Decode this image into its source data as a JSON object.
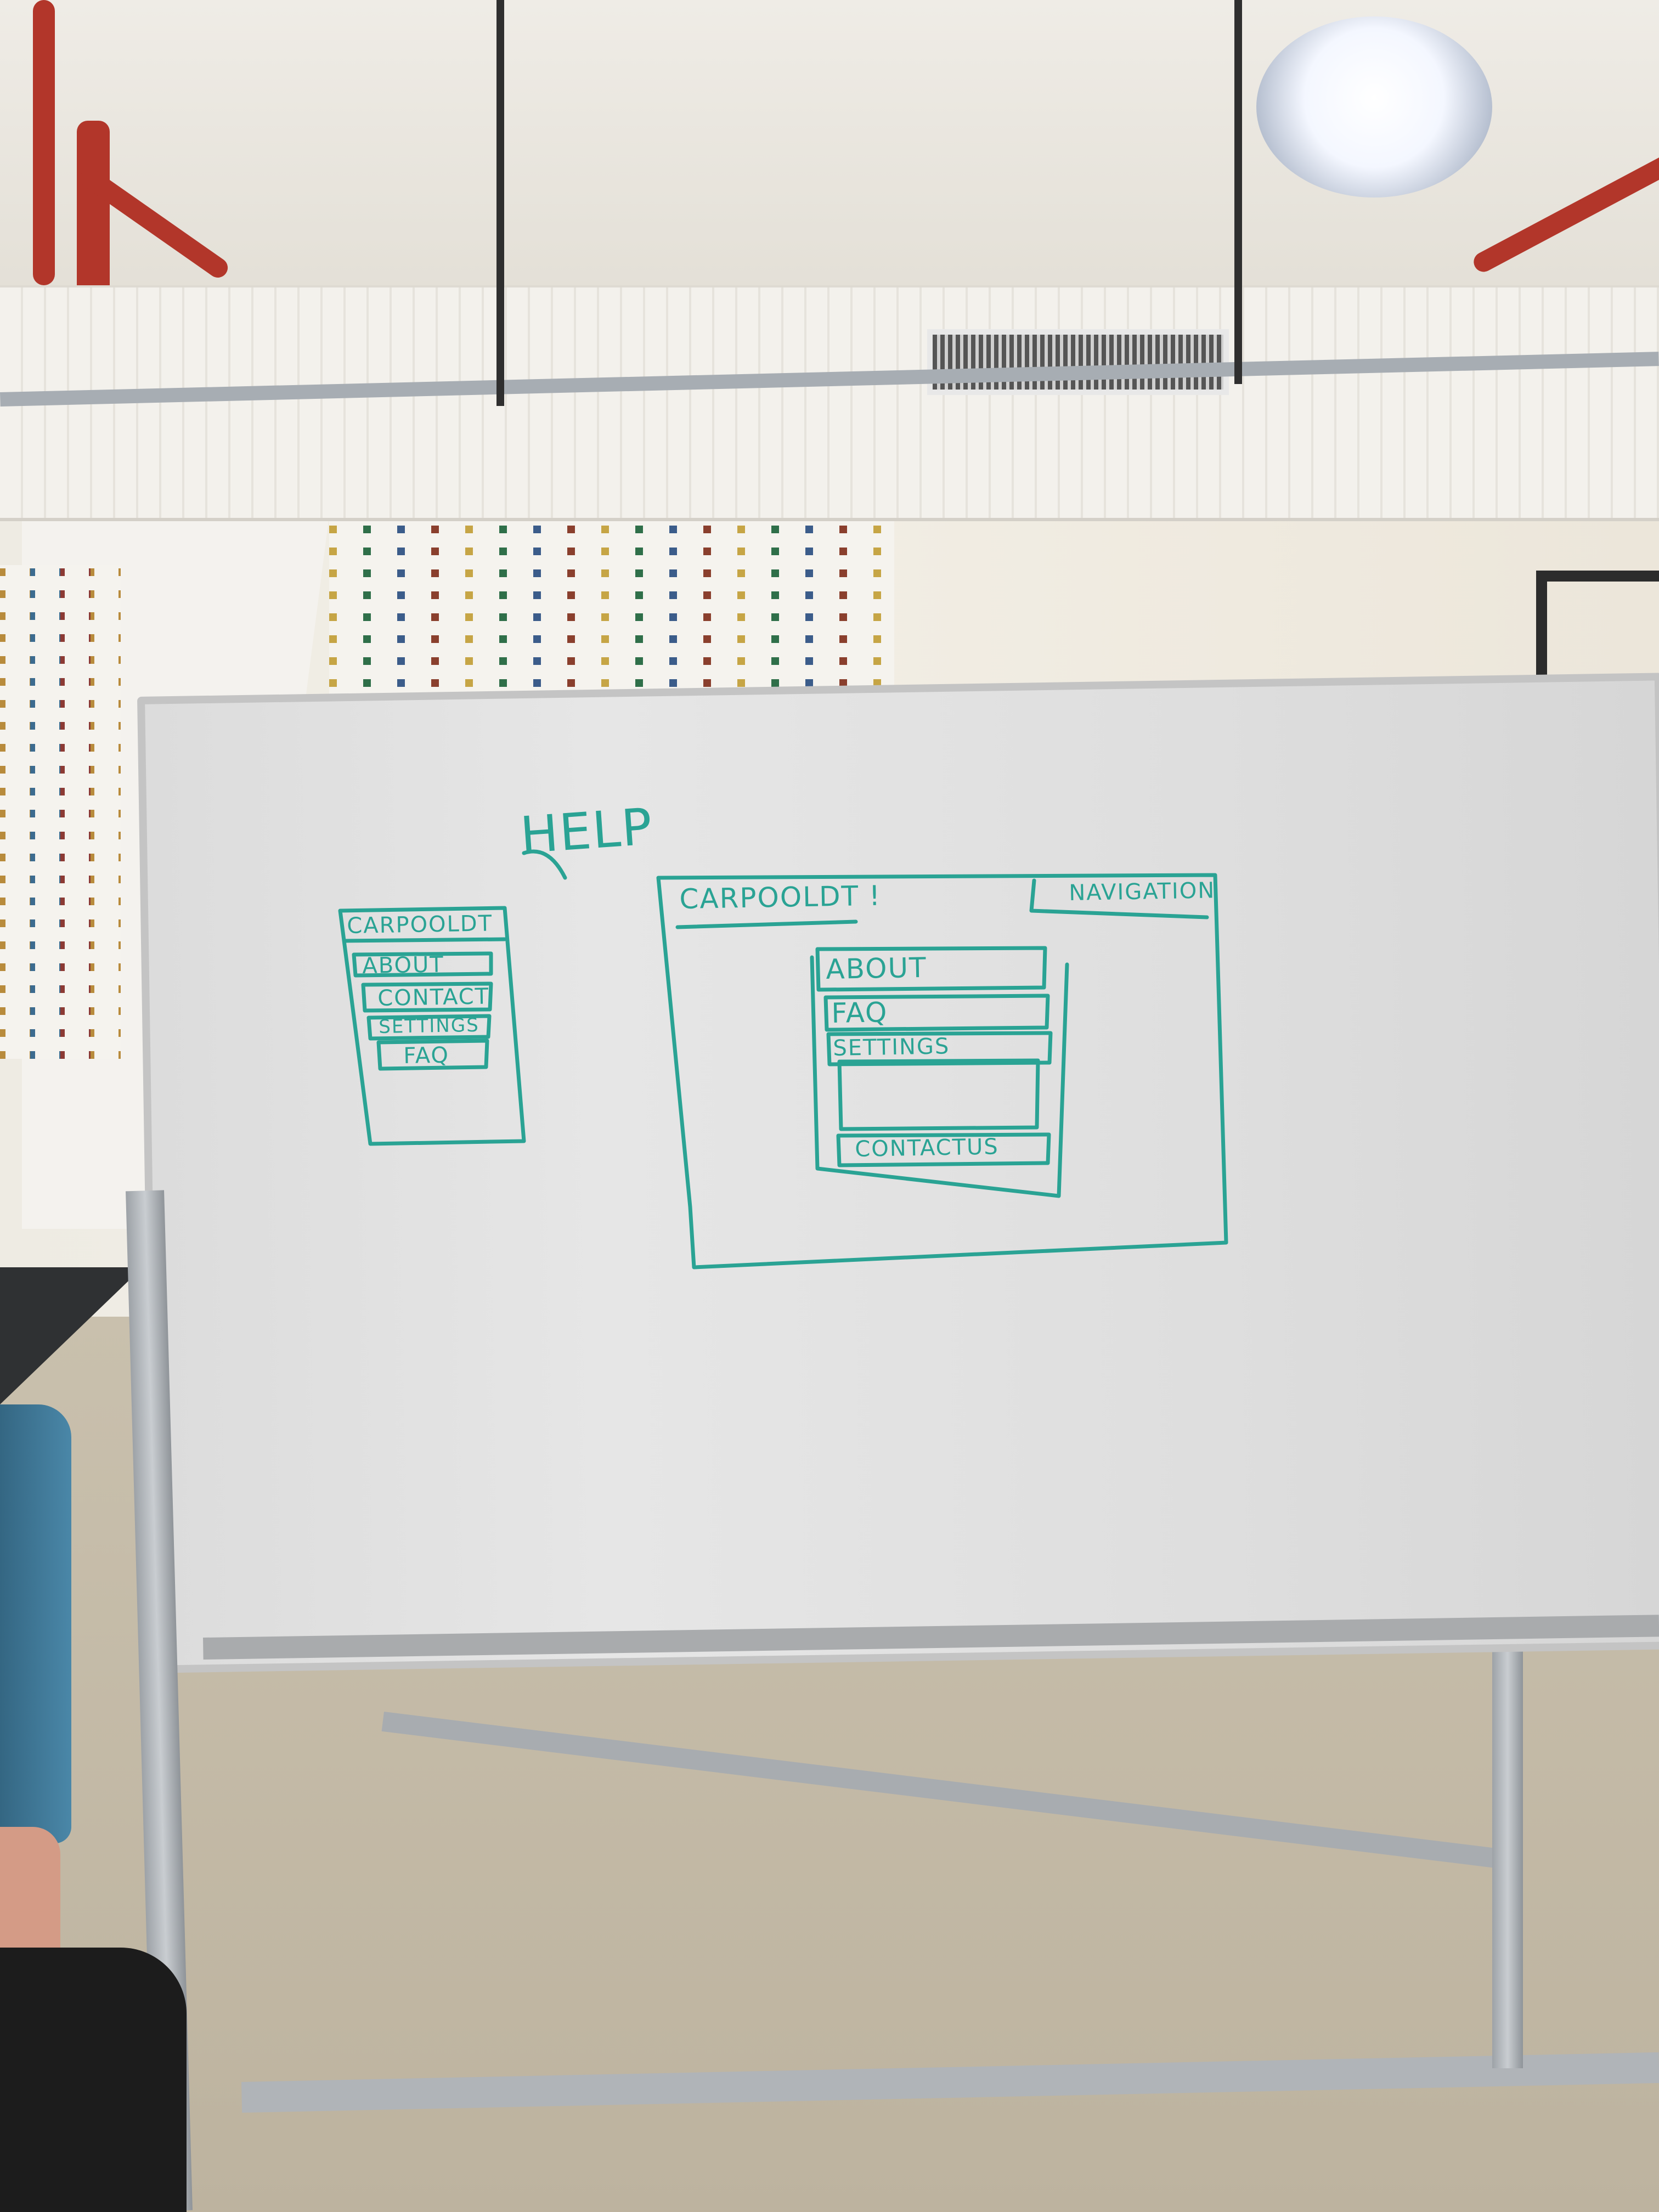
{
  "whiteboard": {
    "heading": "HELP",
    "sketch_small": {
      "title": "CARPOOLDT",
      "items": [
        "ABOUT",
        "CONTACT",
        "SETTINGS",
        "FAQ"
      ]
    },
    "sketch_large": {
      "title": "CARPOOLDT !",
      "nav_label": "NAVIGATION",
      "items": [
        "ABOUT",
        "FAQ",
        "SETTINGS",
        "",
        "CONTACTUS"
      ]
    }
  },
  "colors": {
    "marker": "#2aa394",
    "board": "#e2e2e2",
    "pipe": "#b2362a"
  }
}
